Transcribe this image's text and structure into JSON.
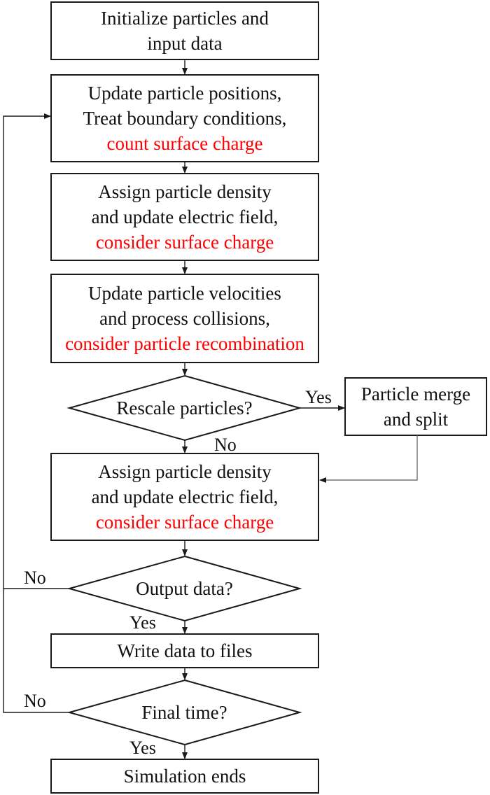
{
  "colors": {
    "text": "#111111",
    "highlight": "#ff0000",
    "stroke": "#1a1a1a",
    "background": "#ffffff"
  },
  "steps": {
    "init": {
      "lines": [
        "Initialize particles and",
        "input data"
      ]
    },
    "update_positions": {
      "lines": [
        "Update particle positions,",
        "Treat boundary conditions,"
      ],
      "highlight": "count surface charge"
    },
    "assign_density_1": {
      "lines": [
        "Assign particle density",
        "and update electric field,"
      ],
      "highlight": "consider surface charge"
    },
    "update_velocities": {
      "lines": [
        "Update particle velocities",
        "and process collisions,"
      ],
      "highlight": "consider particle recombination"
    },
    "merge_split": {
      "lines": [
        "Particle merge",
        "and split"
      ]
    },
    "assign_density_2": {
      "lines": [
        "Assign particle density",
        "and update electric field,"
      ],
      "highlight": "consider surface charge"
    },
    "write_data": {
      "lines": [
        "Write data to files"
      ]
    },
    "end": {
      "lines": [
        "Simulation ends"
      ]
    }
  },
  "decisions": {
    "rescale": {
      "text": "Rescale particles?",
      "yes": "Yes",
      "no": "No"
    },
    "output": {
      "text": "Output data?",
      "yes": "Yes",
      "no": "No"
    },
    "final": {
      "text": "Final time?",
      "yes": "Yes",
      "no": "No"
    }
  }
}
